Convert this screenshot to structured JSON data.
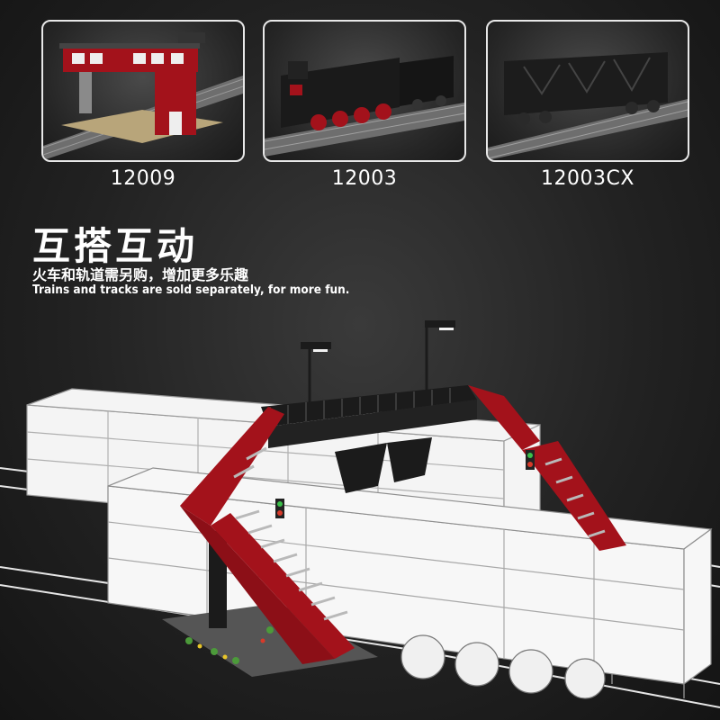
{
  "products": [
    {
      "code": "12009",
      "image": "red-brick-signal-box-model"
    },
    {
      "code": "12003",
      "image": "black-steam-locomotive-model"
    },
    {
      "code": "12003CX",
      "image": "black-freight-wagon-model"
    }
  ],
  "headline": "互搭互动",
  "subtitle_cn": "火车和轨道需另购，增加更多乐趣",
  "subtitle_en": "Trains and tracks are sold separately, for more fun.",
  "colors": {
    "bridge_red": "#a3121b",
    "bridge_black": "#1b1b1b",
    "background": "#222222"
  }
}
